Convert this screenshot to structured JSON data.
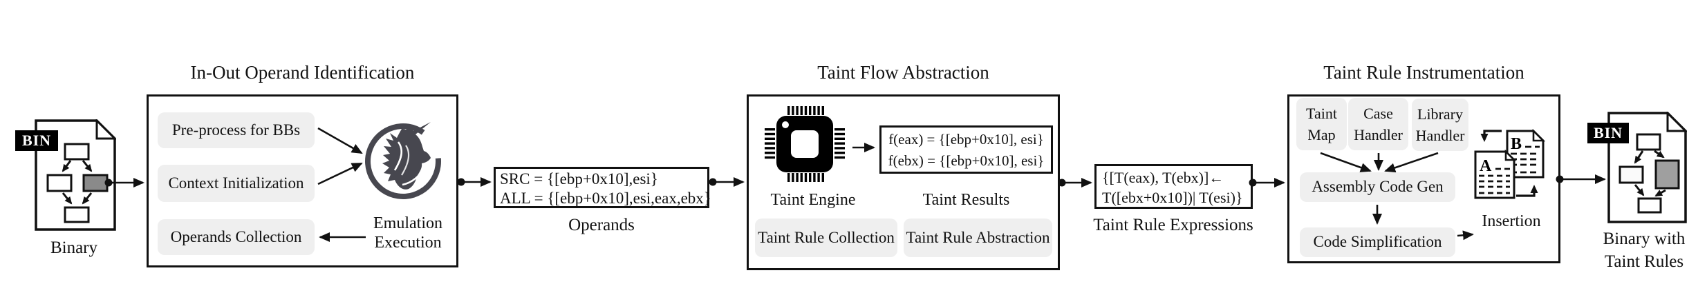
{
  "colors": {
    "background": "#ffffff",
    "line": "#111111",
    "step_fill": "#efefef",
    "unicorn_gray": "#47474f",
    "doc_flow_gray": "#8a8a8a",
    "badge_bg": "#000000",
    "badge_fg": "#ffffff"
  },
  "icons": {
    "input_file": "binary-file-icon",
    "stage1_engine": "unicorn-emulation-icon",
    "stage2_engine": "cpu-chip-icon",
    "stage3_insertion": "documents-swap-icon",
    "output_file": "binary-file-icon"
  },
  "input_binary": {
    "badge": "BIN",
    "caption": "Binary"
  },
  "stage1": {
    "title": "In-Out Operand Identification",
    "steps": [
      "Pre-process for BBs",
      "Context Initialization",
      "Operands Collection"
    ],
    "engine_line1": "Emulation",
    "engine_line2": "Execution"
  },
  "operands": {
    "line1": "SRC = {[ebp+0x10],esi}",
    "line2": "ALL = {[ebp+0x10],esi,eax,ebx}",
    "caption": "Operands"
  },
  "stage2": {
    "title": "Taint Flow Abstraction",
    "engine_caption": "Taint Engine",
    "results_line1": "f(eax) = {[ebp+0x10], esi}",
    "results_line2": "f(ebx) = {[ebp+0x10], esi}",
    "results_caption": "Taint Results",
    "steps": [
      "Taint Rule Collection",
      "Taint Rule Abstraction"
    ]
  },
  "expressions": {
    "line1": "{[T(eax), T(ebx)]←",
    "line2": "T([ebx+0x10])| T(esi)}",
    "caption": "Taint Rule Expressions"
  },
  "stage3": {
    "title": "Taint Rule Instrumentation",
    "handlers": [
      [
        "Taint",
        "Map"
      ],
      [
        "Case",
        "Handler"
      ],
      [
        "Library",
        "Handler"
      ]
    ],
    "steps": [
      "Assembly Code Gen",
      "Code Simplification"
    ],
    "insertion_caption": "Insertion",
    "doc_letter_a": "A",
    "doc_letter_b": "B"
  },
  "output_binary": {
    "badge": "BIN",
    "caption_line1": "Binary with",
    "caption_line2": "Taint Rules"
  }
}
